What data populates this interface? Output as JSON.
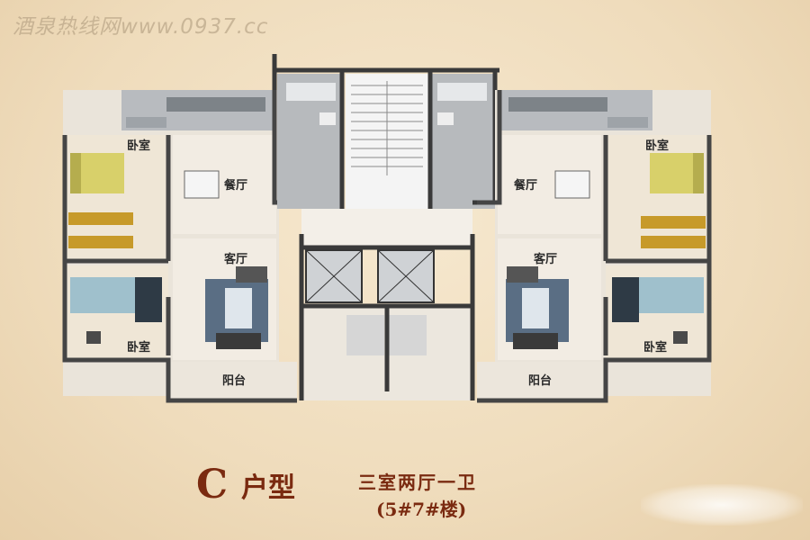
{
  "watermark": "酒泉热线网www.0937.cc",
  "rooms": {
    "bedroom": "卧室",
    "dining": "餐厅",
    "living": "客厅",
    "balcony": "阳台"
  },
  "title": {
    "letter": "C",
    "type": "户型",
    "rooms": "三室两厅一卫",
    "building": "(5#7#楼)"
  },
  "colors": {
    "title": "#7a2a10",
    "wall": "#4a4a4a",
    "floor": "#efe9df",
    "kitchen": "#b9bcbf",
    "sofa": "#5a6e84"
  }
}
